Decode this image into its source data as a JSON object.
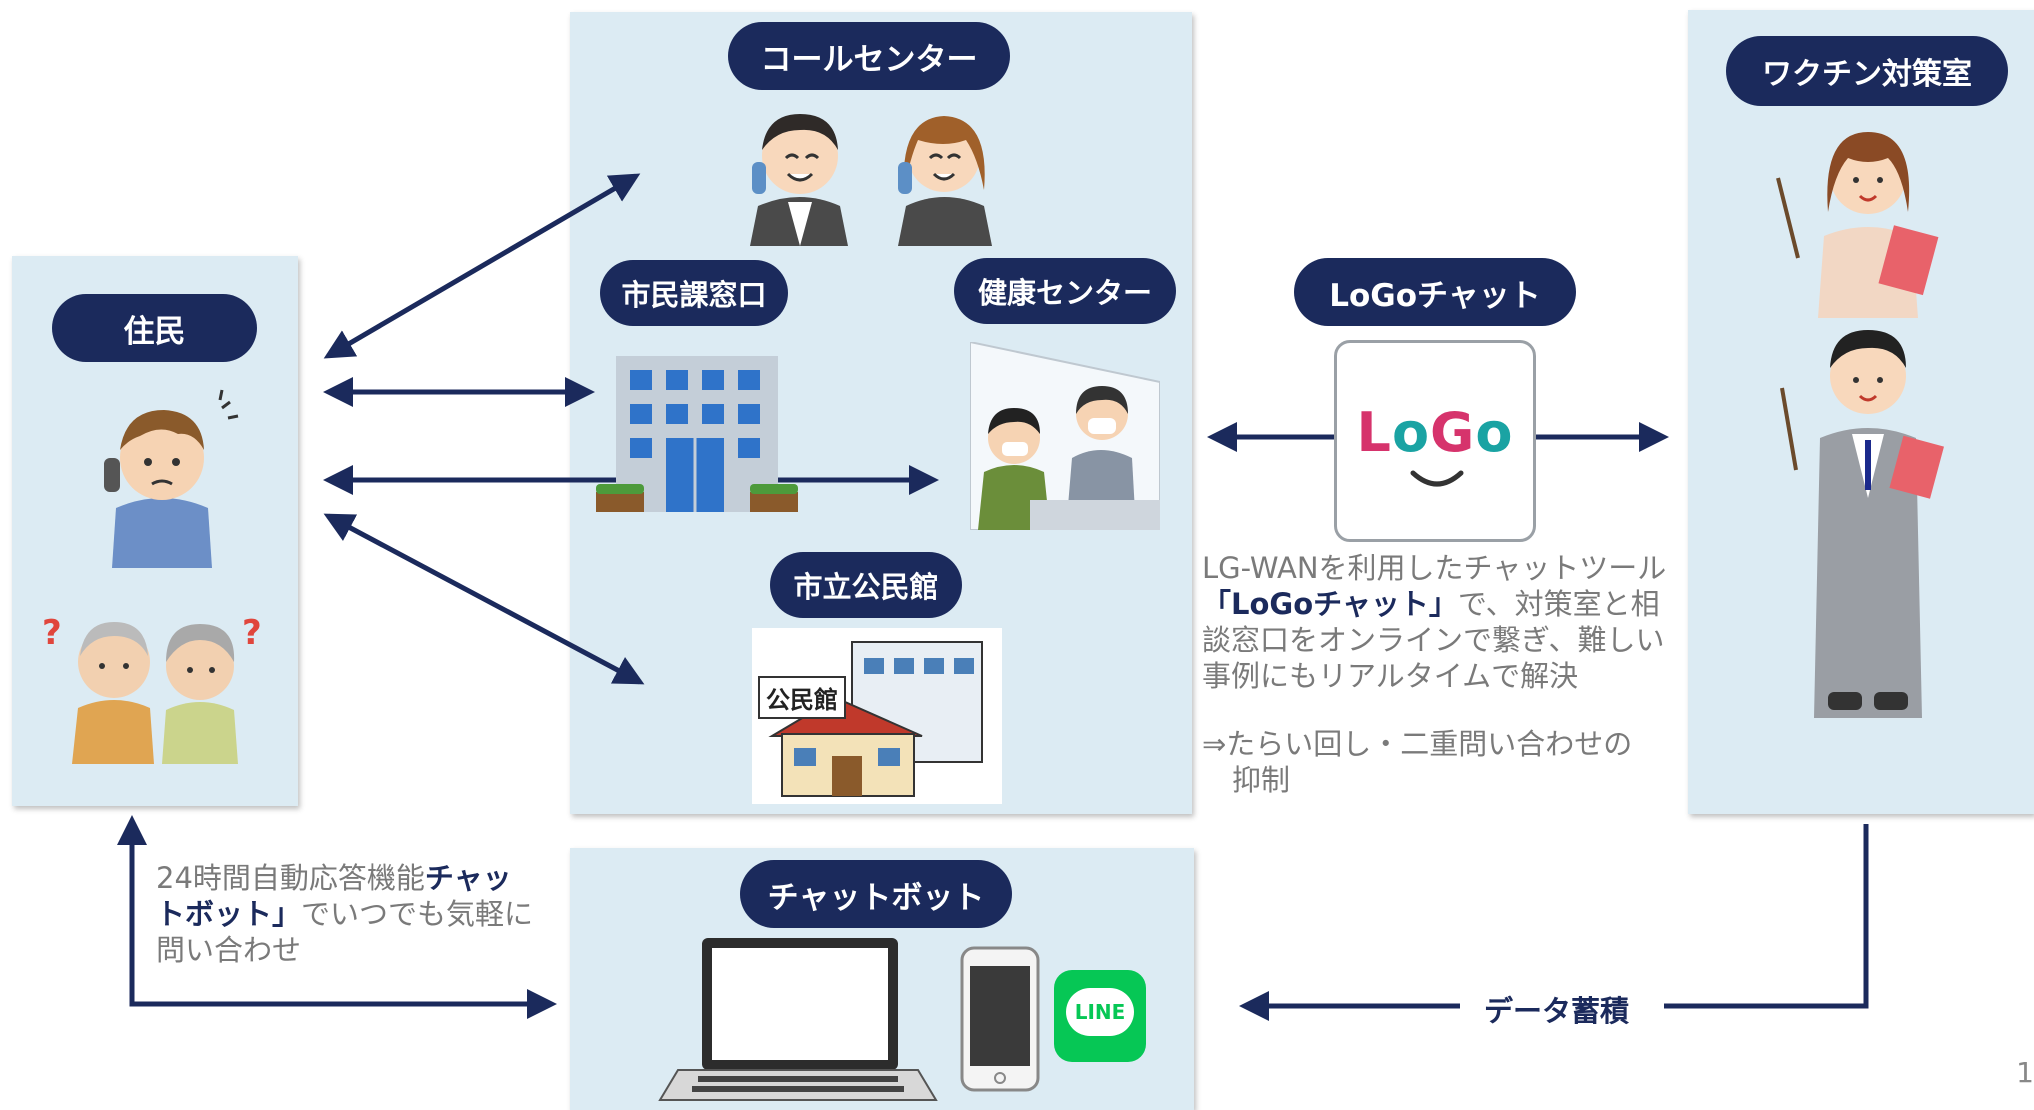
{
  "labels": {
    "residents": "住民",
    "call_center": "コールセンター",
    "citizen_window": "市民課窓口",
    "health_center": "健康センター",
    "community_hall": "市立公民館",
    "community_hall_sign": "公民館",
    "logo_chat": "LoGoチャット",
    "vaccine_office": "ワクチン対策室",
    "chatbot": "チャットボット",
    "data_accumulation": "データ蓄積",
    "line_badge": "LINE",
    "logo_mark": [
      "L",
      "o",
      "G",
      "o"
    ]
  },
  "notes": {
    "logo_desc_prefix": "LG-WANを利用したチャットツール",
    "logo_desc_bold": "「LoGoチャット」",
    "logo_desc_line2_rest": "で、対策室と相",
    "logo_desc_line3": "談窓口をオンラインで繋ぎ、難しい",
    "logo_desc_line4": "事例にもリアルタイムで解決",
    "logo_effect_line1": "⇒たらい回し・二重問い合わせの",
    "logo_effect_line2": "抑制",
    "chatbot_desc_prefix": "24時間自動応答機能",
    "chatbot_desc_bold1": "チャッ",
    "chatbot_desc_bold2": "トボット」",
    "chatbot_desc_rest": "でいつでも気軽に",
    "chatbot_desc_line3": "問い合わせ"
  },
  "page_number": "1",
  "colors": {
    "navy": "#1b2a5c",
    "panel": "#dcebf3",
    "note_gray": "#7a7a7a",
    "line_green": "#06c755",
    "logo_pink": "#d6336c",
    "logo_teal": "#1aa3a3"
  }
}
